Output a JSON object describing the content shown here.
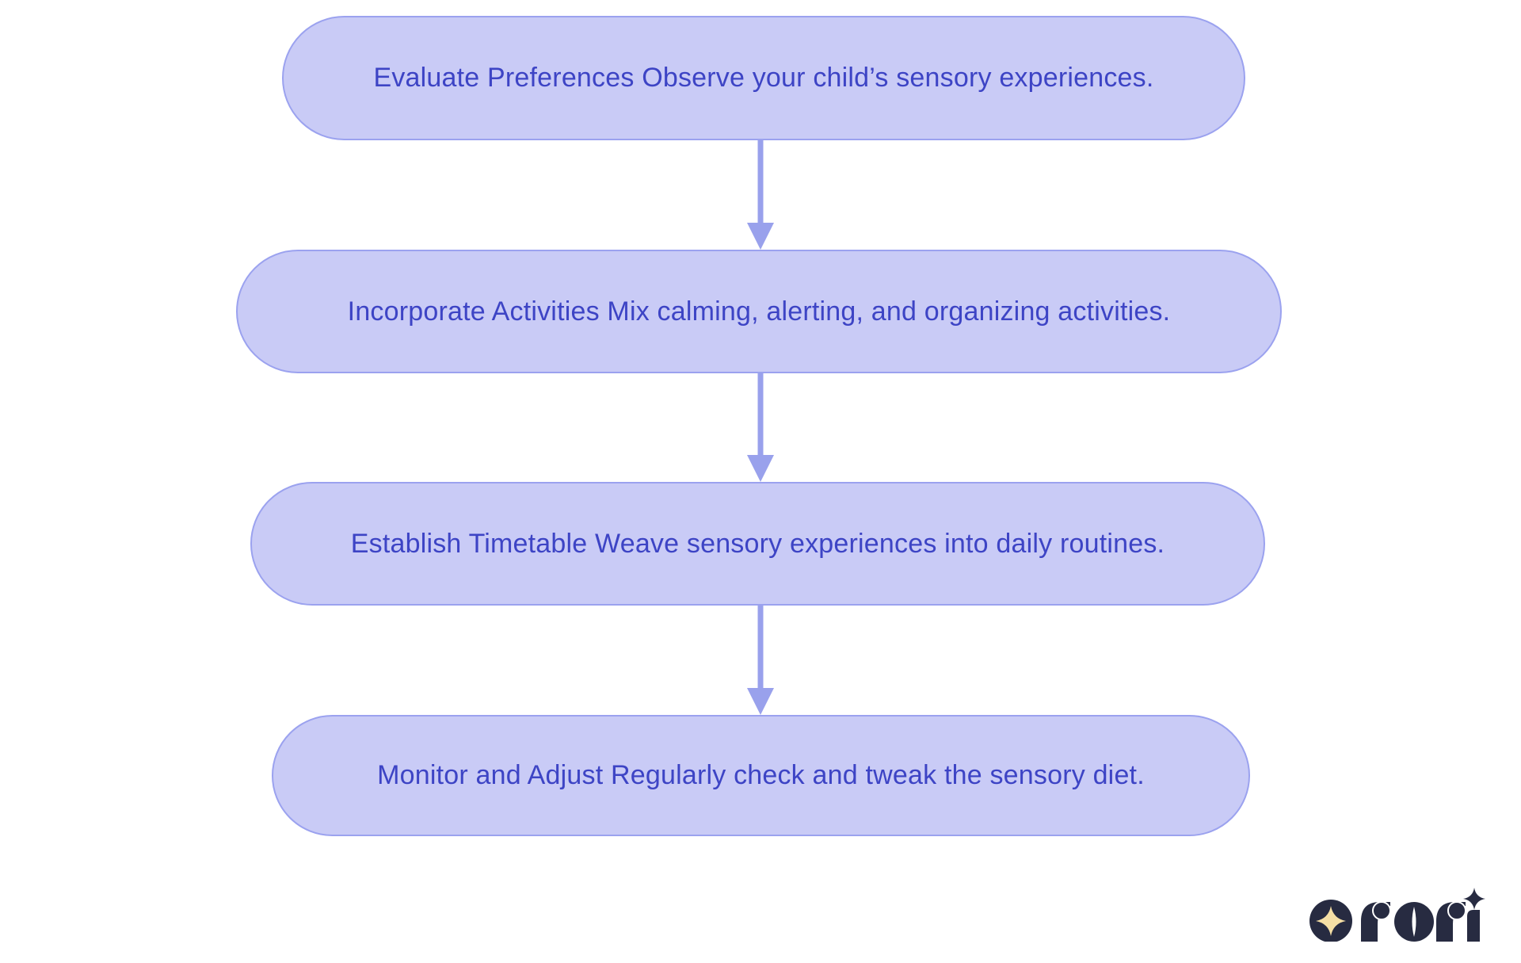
{
  "diagram": {
    "type": "flowchart",
    "direction": "top-down",
    "nodes": [
      {
        "label": "Evaluate Preferences Observe your child’s sensory experiences."
      },
      {
        "label": "Incorporate Activities Mix calming, alerting, and organizing activities."
      },
      {
        "label": "Establish Timetable Weave sensory experiences into daily routines."
      },
      {
        "label": "Monitor and Adjust Regularly check and tweak the sensory diet."
      }
    ],
    "connections": [
      {
        "from": 0,
        "to": 1
      },
      {
        "from": 1,
        "to": 2
      },
      {
        "from": 2,
        "to": 3
      }
    ]
  },
  "logo": {
    "brand": "rori"
  },
  "colors": {
    "node-fill": "#c9cbf6",
    "node-border": "#9ba2ef",
    "node-text": "#3d44c5",
    "arrow": "#99a1ec",
    "background": "#ffffff",
    "logo-dark": "#272b41",
    "logo-star": "#f5dfa5"
  }
}
